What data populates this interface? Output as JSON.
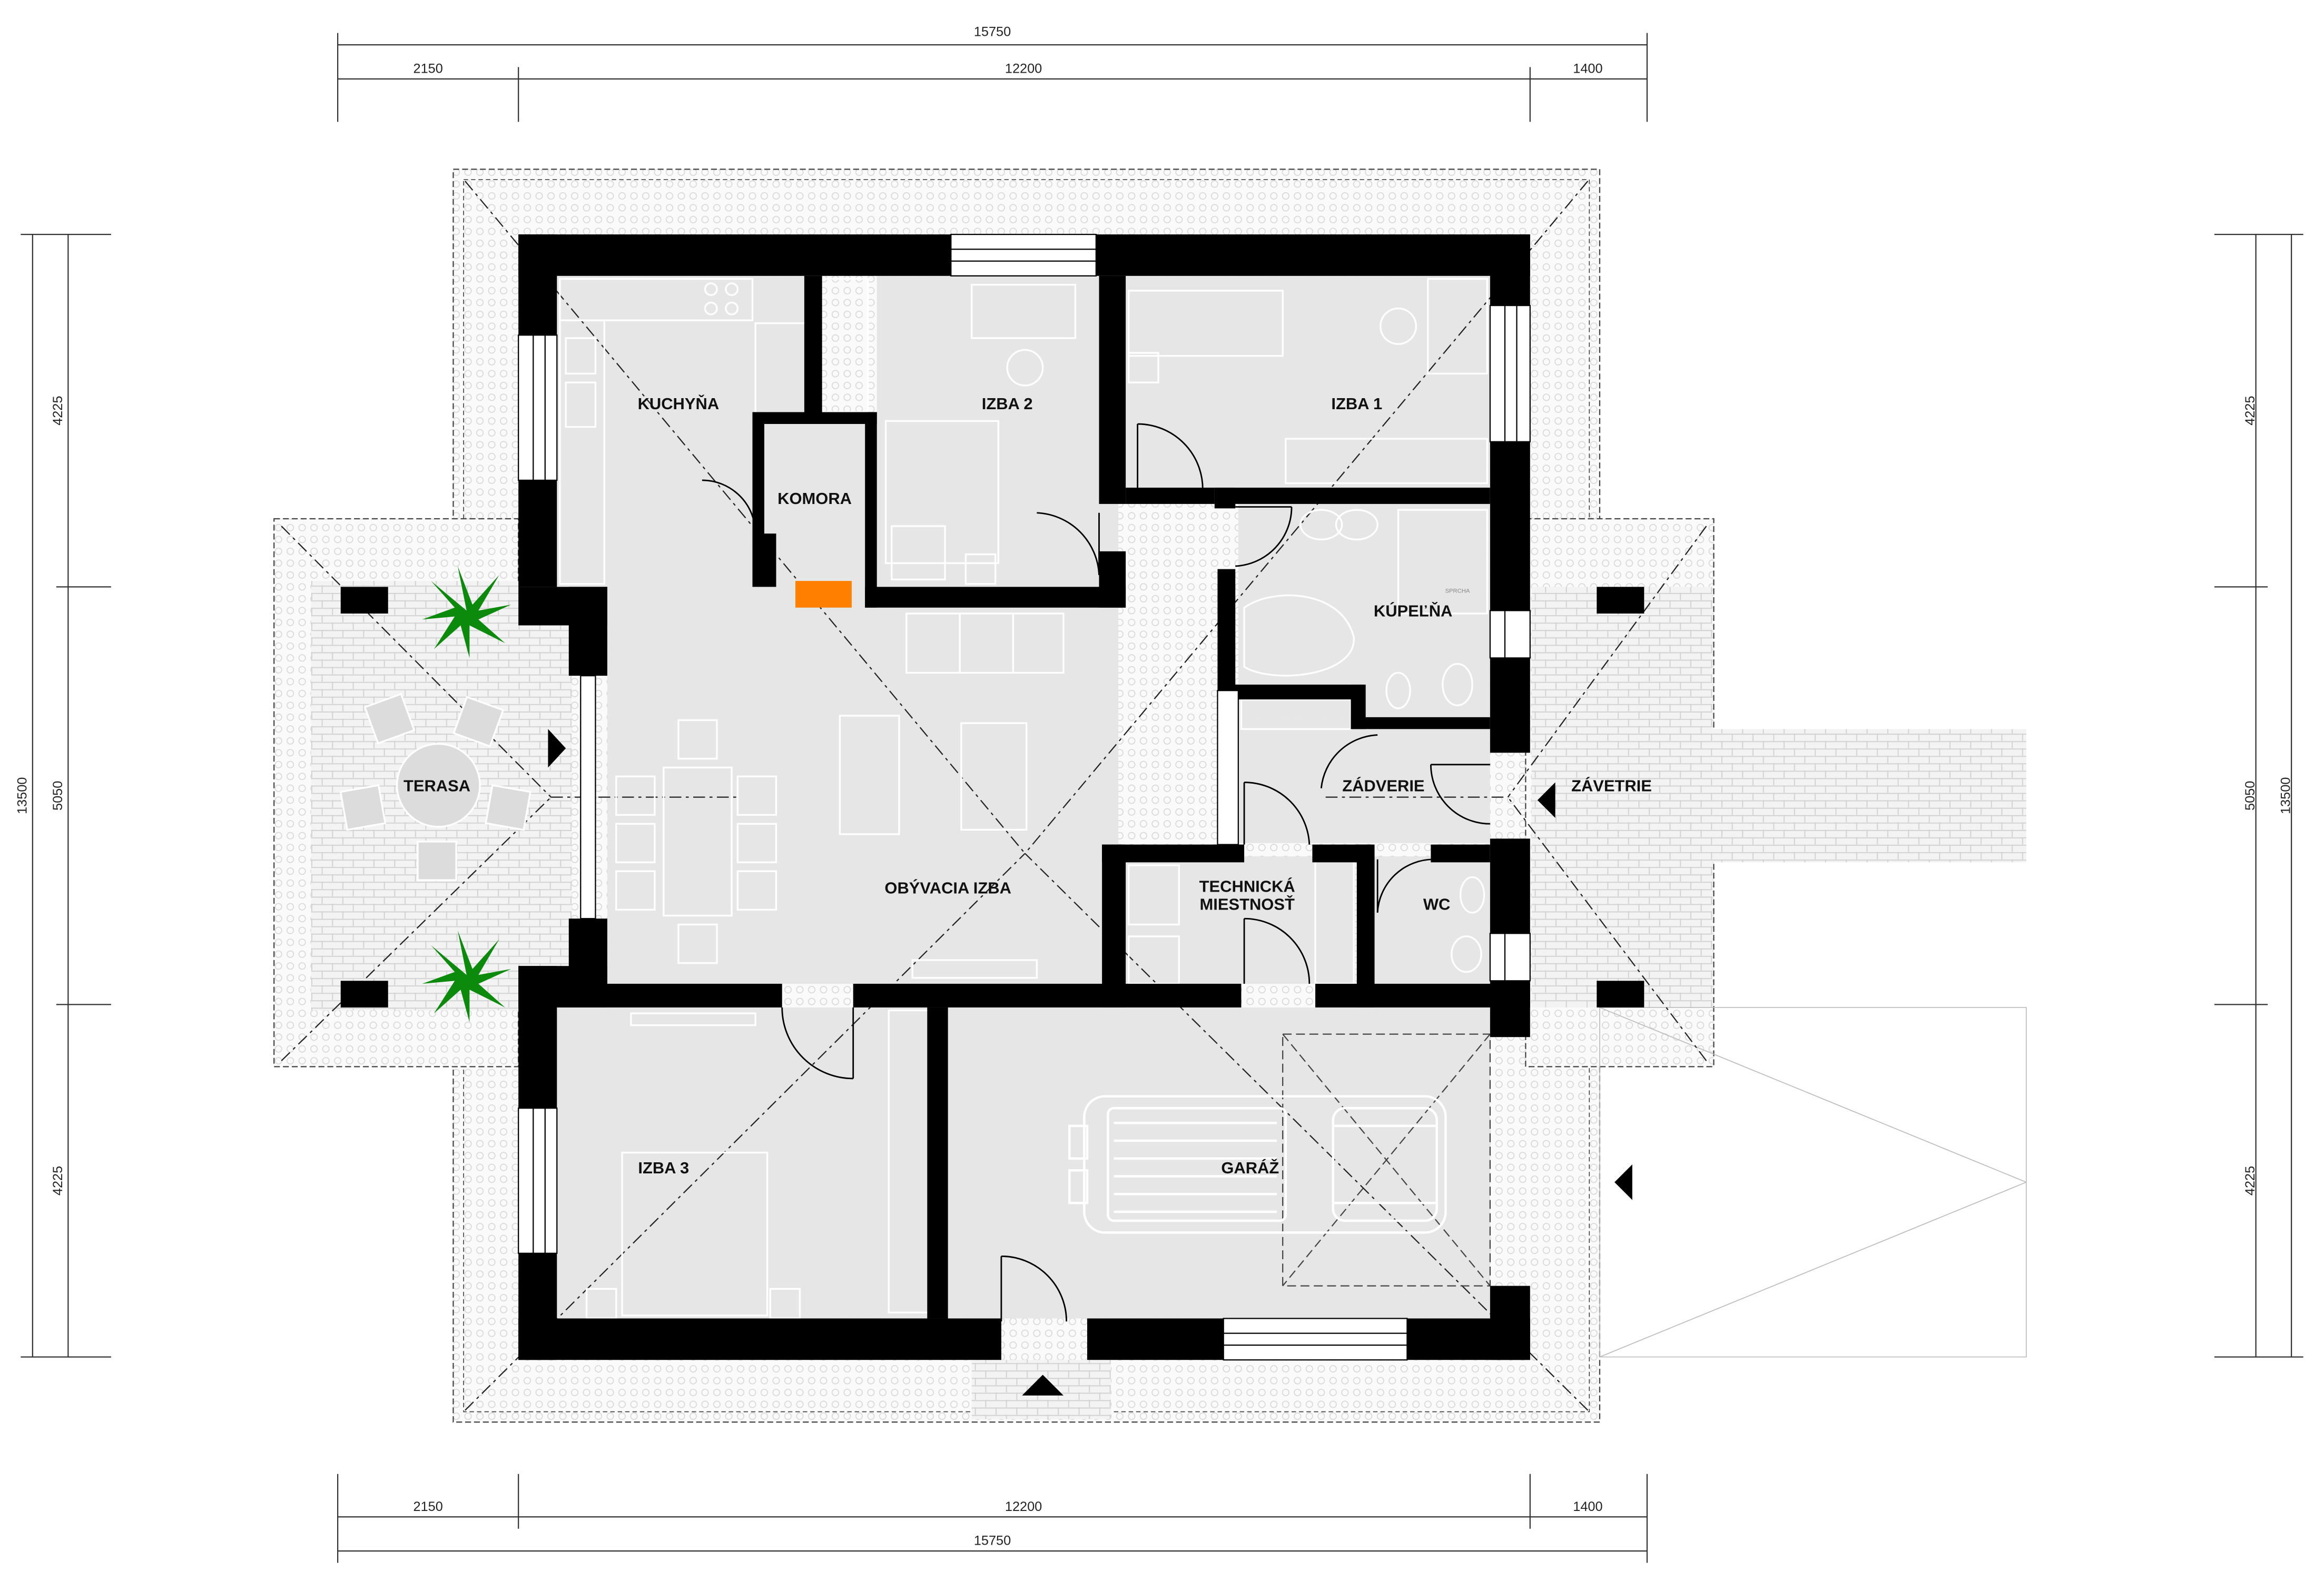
{
  "colors": {
    "wall": "#000000",
    "floor": "#e6e6e6",
    "paving": "#f2f2f2",
    "plant": "#0c8a0c",
    "boiler": "#ff7f00",
    "furniture_stroke": "#ffffff"
  },
  "dimensions": {
    "top_total": "15750",
    "top_left": "2150",
    "top_mid": "12200",
    "top_right": "1400",
    "bottom_total": "15750",
    "bottom_left": "2150",
    "bottom_mid": "12200",
    "bottom_right": "1400",
    "left_total": "13500",
    "left_top": "4225",
    "left_mid": "5050",
    "left_bottom": "4225",
    "right_total": "13500",
    "right_top": "4225",
    "right_mid": "5050",
    "right_bottom": "4225"
  },
  "rooms": {
    "kitchen": "KUCHYŇA",
    "room2": "IZBA 2",
    "room1": "IZBA 1",
    "pantry": "KOMORA",
    "bathroom": "KÚPEĽŇA",
    "terrace": "TERASA",
    "hall": "ZÁDVERIE",
    "porch": "ZÁVETRIE",
    "living": "OBÝVACIA IZBA",
    "technical_1": "TECHNICKÁ",
    "technical_2": "MIESTNOSŤ",
    "wc": "WC",
    "room3": "IZBA 3",
    "garage": "GARÁŽ"
  },
  "small_labels": {
    "shower": "SPRCHA"
  },
  "icons": [
    "plant-icon",
    "car-icon",
    "boiler-icon",
    "entry-arrow-icon"
  ]
}
